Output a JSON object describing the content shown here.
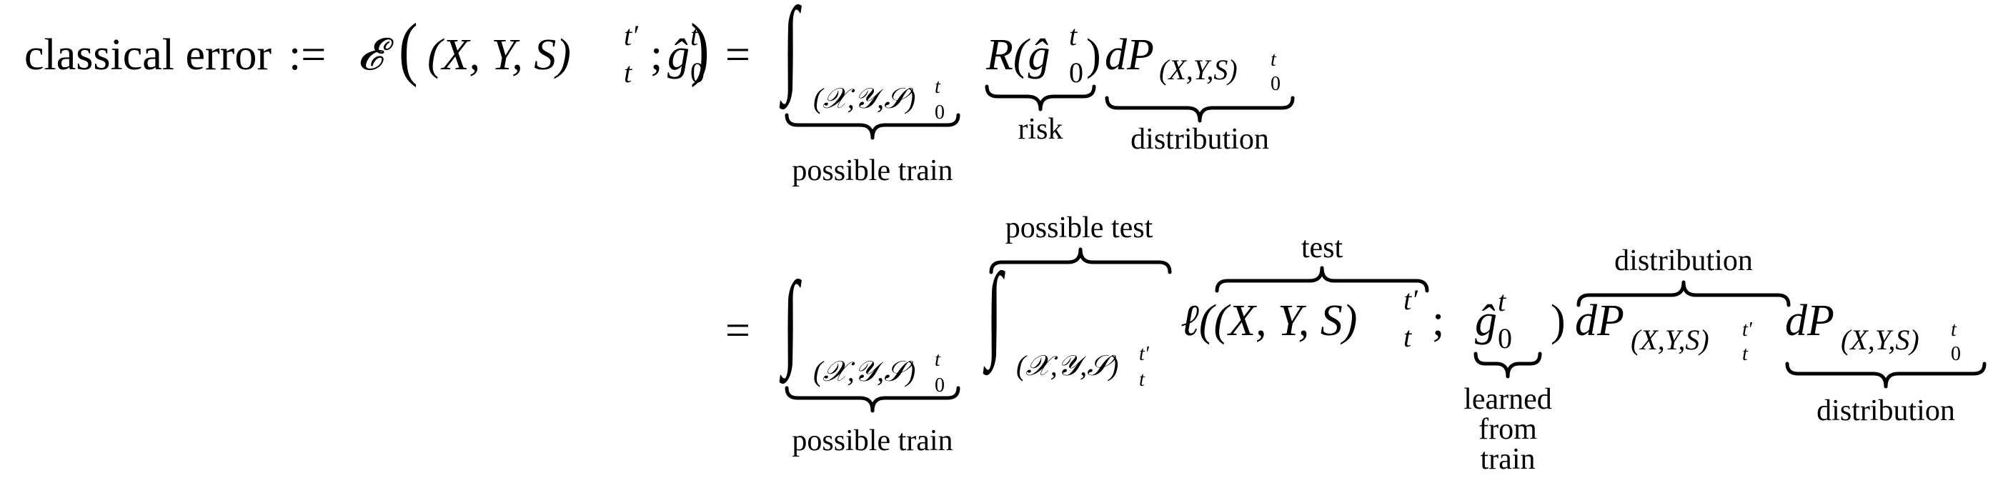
{
  "line1": {
    "lhs_label": "classical error",
    "define_op": ":=",
    "error_symbol": "𝓔",
    "lparen_big": "(",
    "rparen_big": ")",
    "tuple": "(X, Y, S)",
    "tuple_sub": "t",
    "tuple_sup": "t′",
    "semicolon": ";",
    "ghat": "ĝ",
    "ghat_sub": "0",
    "ghat_sup": "t",
    "equals": "=",
    "integral": "∫",
    "domain": "(𝒳,𝒴,𝒮)",
    "domain_sub": "0",
    "domain_sup": "t",
    "risk_expr": "R(ĝ",
    "risk_sub": "0",
    "risk_sup": "t",
    "risk_close": ")",
    "measure": "dP",
    "measure_sub": "(X,Y,S)",
    "measure_subsub_low": "0",
    "measure_subsub_high": "t",
    "brace_labels": {
      "possible_train": "possible train",
      "risk": "risk",
      "distribution": "distribution"
    }
  },
  "line2": {
    "equals": "=",
    "integral_outer": "∫",
    "domain_outer": "(𝒳,𝒴,𝒮)",
    "domain_outer_sub": "0",
    "domain_outer_sup": "t",
    "integral_inner": "∫",
    "domain_inner": "(𝒳,𝒴,𝒮)",
    "domain_inner_sub": "t",
    "domain_inner_sup": "t′",
    "loss": "ℓ((X, Y, S)",
    "loss_sub": "t",
    "loss_sup": "t′",
    "loss_semicolon": ";",
    "ghat": "ĝ",
    "ghat_sub": "0",
    "ghat_sup": "t",
    "close_paren": ")",
    "measure1": "dP",
    "measure1_sub": "(X,Y,S)",
    "measure1_subsub_low": "t",
    "measure1_subsub_high": "t′",
    "measure2": "dP",
    "measure2_sub": "(X,Y,S)",
    "measure2_subsub_low": "0",
    "measure2_subsub_high": "t",
    "brace_labels": {
      "possible_train": "possible train",
      "possible_test": "possible test",
      "test": "test",
      "learned_line1": "learned",
      "learned_line2": "from",
      "learned_line3": "train",
      "distribution_over": "distribution",
      "distribution_under": "distribution"
    }
  }
}
